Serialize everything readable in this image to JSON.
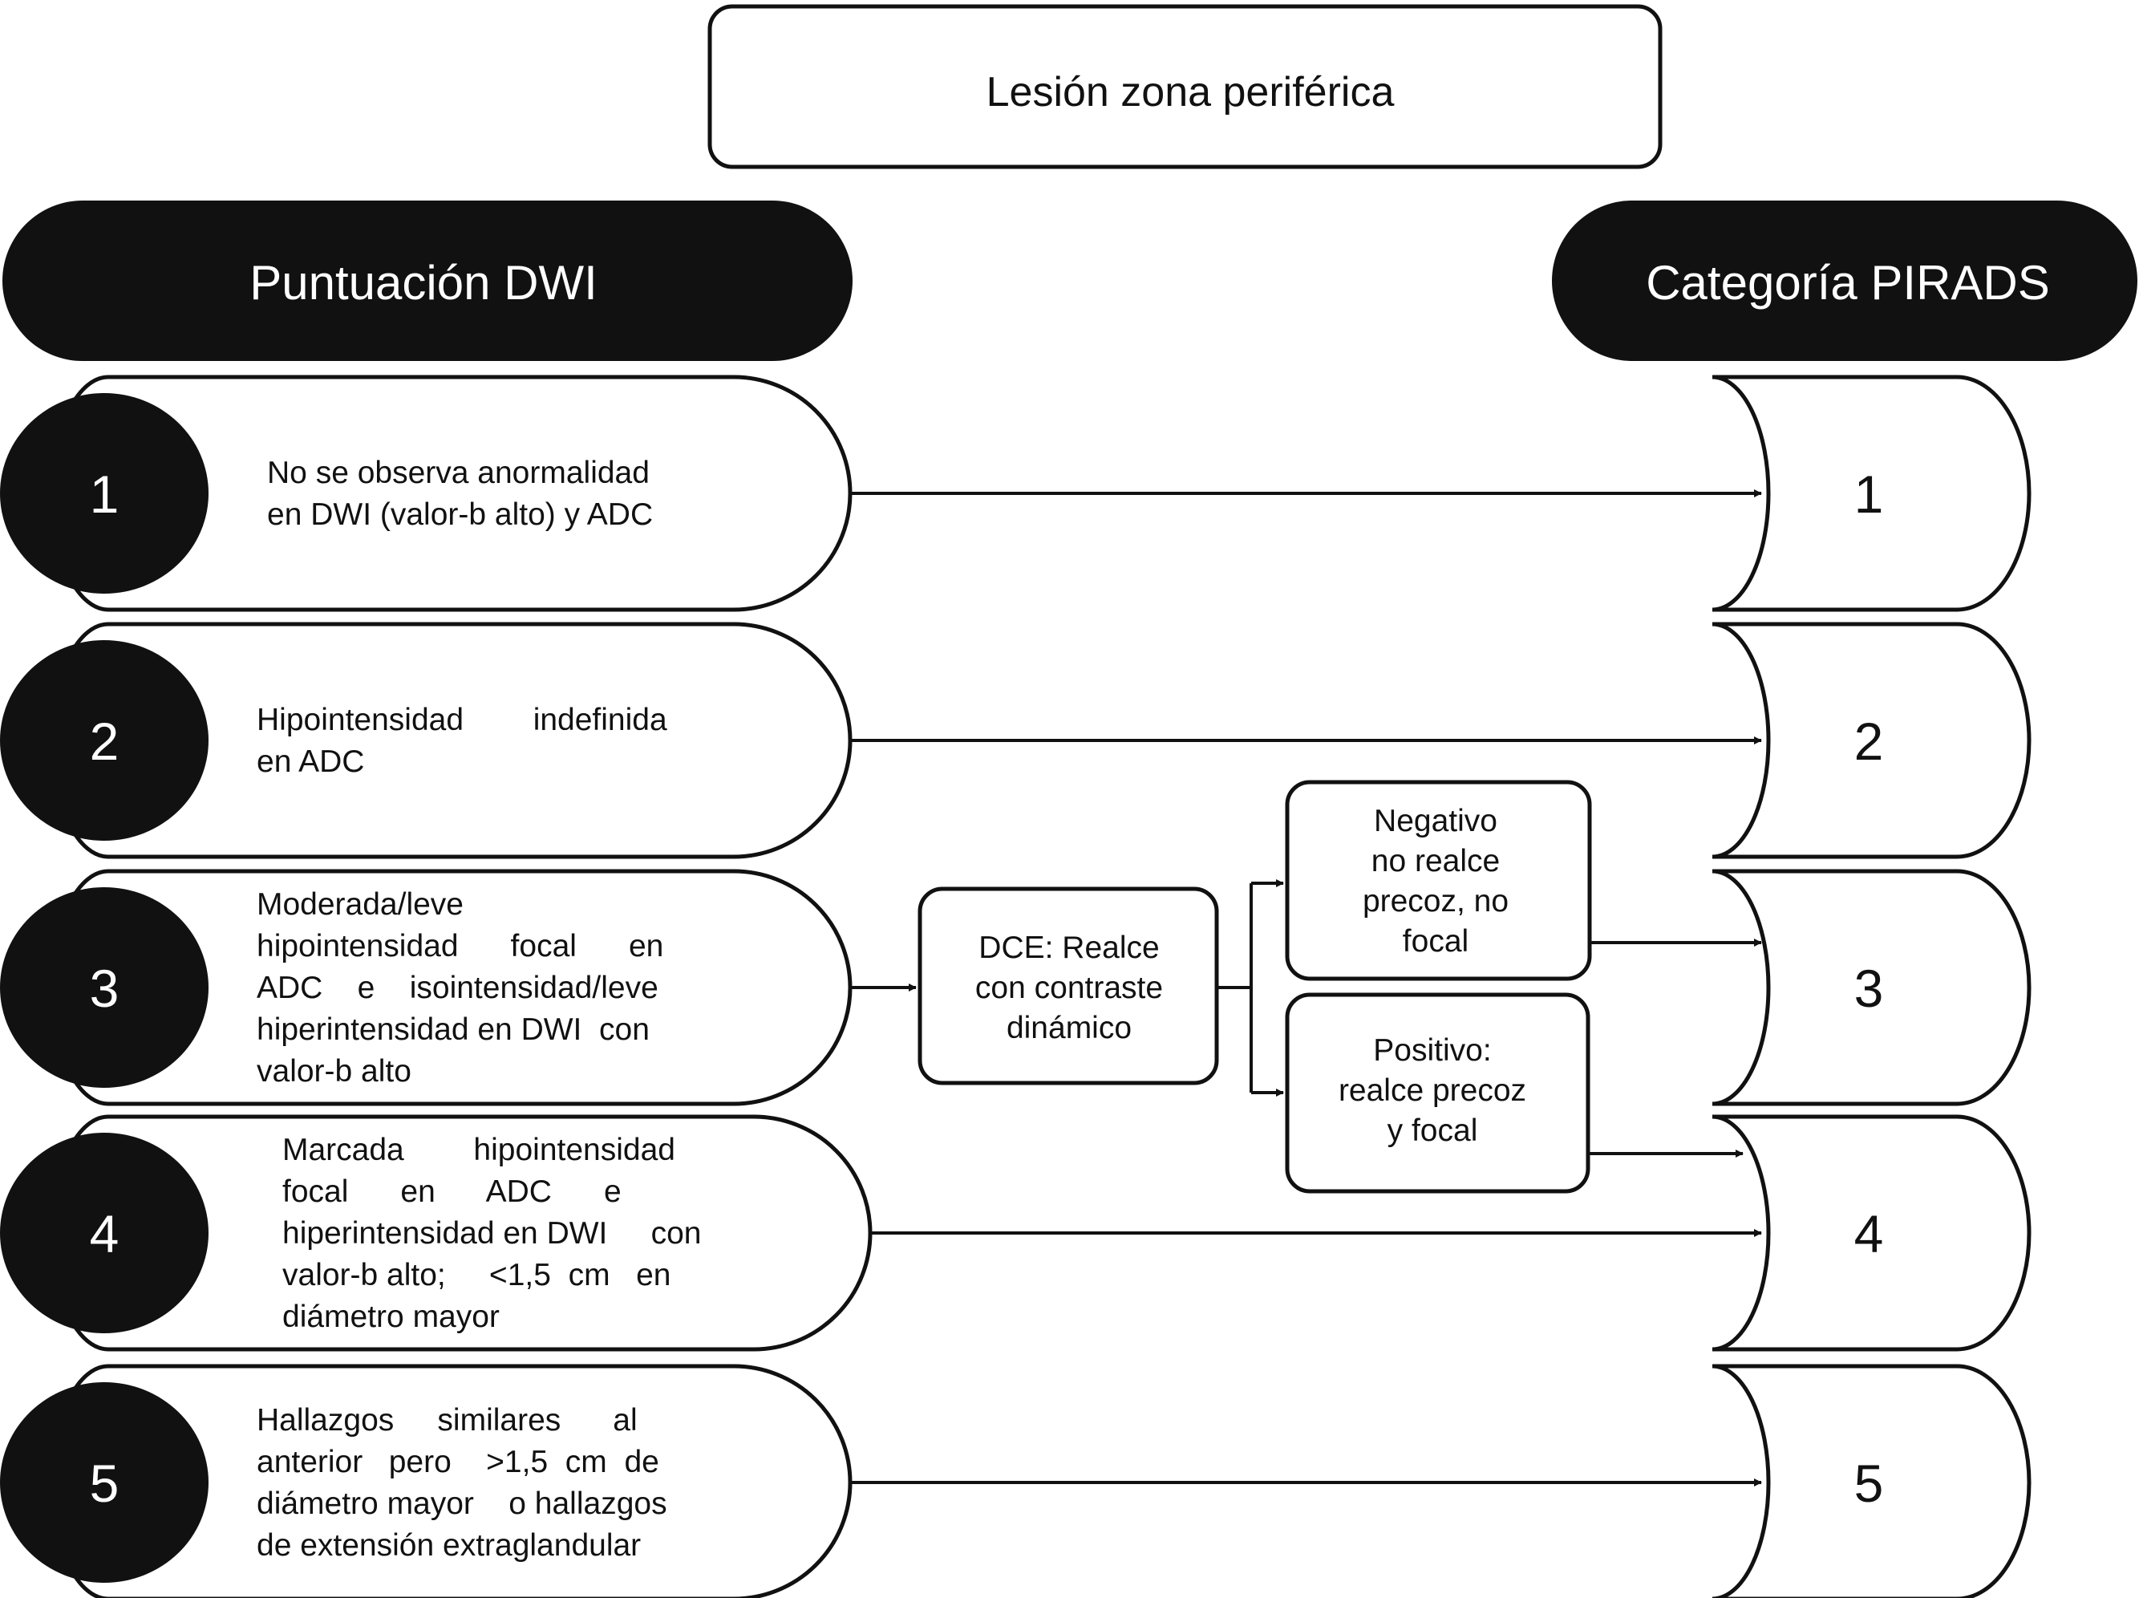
{
  "title": "Lesión zona periférica",
  "headers": {
    "left": "Puntuación DWI",
    "right": "Categoría PIRADS"
  },
  "rows": [
    {
      "score": "1",
      "category": "1",
      "description": [
        "No se observa anormalidad",
        "en DWI (valor-b alto) y ADC"
      ]
    },
    {
      "score": "2",
      "category": "2",
      "description": [
        "Hipointensidad        indefinida",
        "en ADC"
      ]
    },
    {
      "score": "3",
      "category": "3",
      "description": [
        "Moderada/leve",
        "hipointensidad      focal      en",
        "ADC    e    isointensidad/leve",
        "hiperintensidad en DWI  con",
        "valor-b alto"
      ]
    },
    {
      "score": "4",
      "category": "4",
      "description": [
        "Marcada        hipointensidad",
        "focal      en      ADC      e",
        "hiperintensidad en DWI     con",
        "valor-b alto;     <1,5  cm   en",
        "diámetro mayor"
      ]
    },
    {
      "score": "5",
      "category": "5",
      "description": [
        "Hallazgos     similares      al",
        "anterior   pero    >1,5  cm  de",
        "diámetro mayor    o hallazgos",
        "de extensión extraglandular"
      ]
    }
  ],
  "dce": {
    "label": [
      "DCE: Realce",
      "con contraste",
      "dinámico"
    ],
    "negative": [
      "Negativo",
      "no realce",
      "precoz, no",
      "focal"
    ],
    "positive": [
      "Positivo:",
      "realce precoz",
      "y focal"
    ]
  }
}
